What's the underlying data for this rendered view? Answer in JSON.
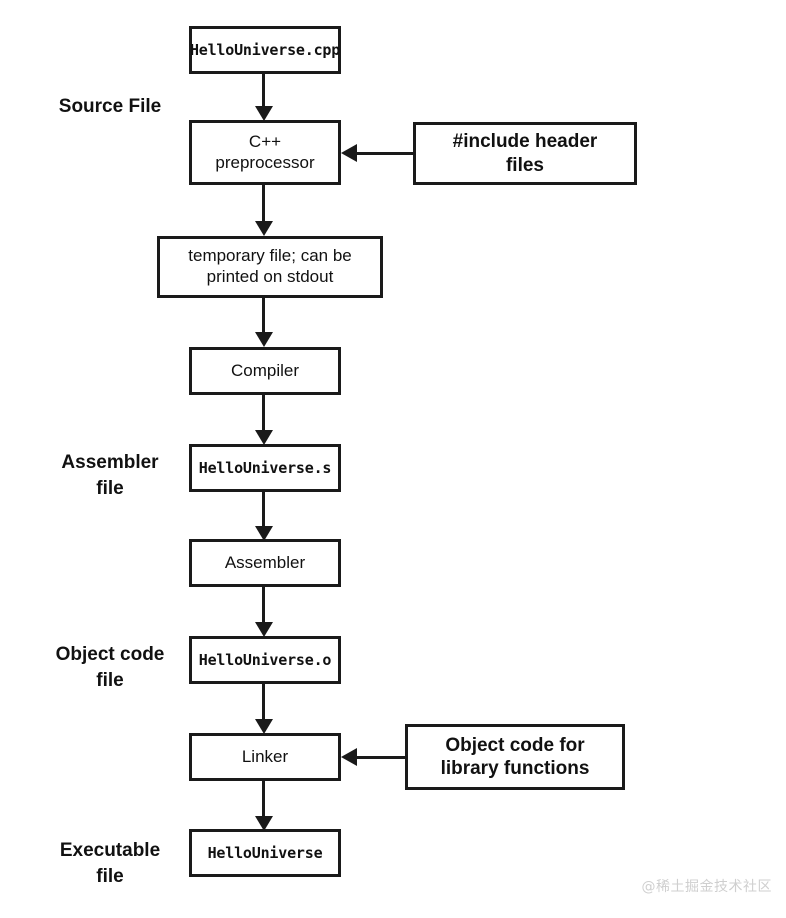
{
  "diagram": {
    "title": "C++ compilation pipeline",
    "background_color": "#ffffff",
    "stroke_color": "#1a1a1a",
    "text_color": "#111111",
    "stage_labels": [
      {
        "id": "source-file",
        "text": "Source File"
      },
      {
        "id": "assembler-file",
        "text": "Assembler\nfile"
      },
      {
        "id": "object-code-file",
        "text": "Object code\nfile"
      },
      {
        "id": "executable-file",
        "text": "Executable\nfile"
      }
    ],
    "nodes": [
      {
        "id": "hellouniverse-cpp",
        "text": "HelloUniverse.cpp",
        "style": "mono"
      },
      {
        "id": "cpp-preprocessor",
        "text": "C++\npreprocessor",
        "style": "sans"
      },
      {
        "id": "include-header-files",
        "text": "#include header\nfiles",
        "style": "sans-bold"
      },
      {
        "id": "temporary-file",
        "text": "temporary file; can be\nprinted on stdout",
        "style": "sans"
      },
      {
        "id": "compiler",
        "text": "Compiler",
        "style": "sans"
      },
      {
        "id": "hellouniverse-s",
        "text": "HelloUniverse.s",
        "style": "mono"
      },
      {
        "id": "assembler",
        "text": "Assembler",
        "style": "sans"
      },
      {
        "id": "hellouniverse-o",
        "text": "HelloUniverse.o",
        "style": "mono"
      },
      {
        "id": "linker",
        "text": "Linker",
        "style": "sans"
      },
      {
        "id": "object-code-library",
        "text": "Object code for\nlibrary functions",
        "style": "sans-bold"
      },
      {
        "id": "hellouniverse-exe",
        "text": "HelloUniverse",
        "style": "mono"
      }
    ],
    "edges": [
      {
        "from": "hellouniverse-cpp",
        "to": "cpp-preprocessor",
        "direction": "down"
      },
      {
        "from": "include-header-files",
        "to": "cpp-preprocessor",
        "direction": "left"
      },
      {
        "from": "cpp-preprocessor",
        "to": "temporary-file",
        "direction": "down"
      },
      {
        "from": "temporary-file",
        "to": "compiler",
        "direction": "down"
      },
      {
        "from": "compiler",
        "to": "hellouniverse-s",
        "direction": "down"
      },
      {
        "from": "hellouniverse-s",
        "to": "assembler",
        "direction": "down"
      },
      {
        "from": "assembler",
        "to": "hellouniverse-o",
        "direction": "down"
      },
      {
        "from": "hellouniverse-o",
        "to": "linker",
        "direction": "down"
      },
      {
        "from": "object-code-library",
        "to": "linker",
        "direction": "left"
      },
      {
        "from": "linker",
        "to": "hellouniverse-exe",
        "direction": "down"
      }
    ]
  },
  "watermark": {
    "text": "@稀土掘金技术社区",
    "color": "#cfcfcf"
  }
}
